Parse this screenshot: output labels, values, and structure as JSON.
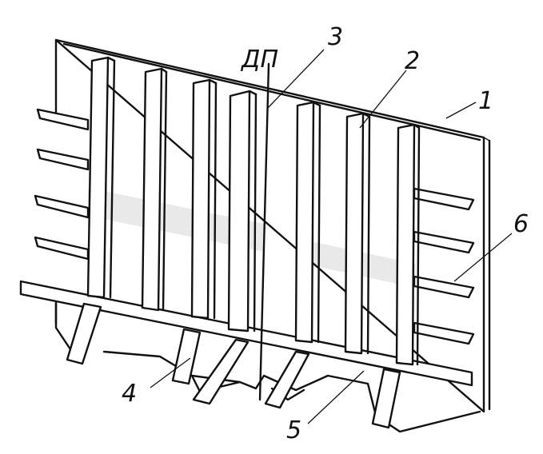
{
  "figure": {
    "centerline_label": "ДП",
    "callouts": [
      {
        "id": "1",
        "text": "1"
      },
      {
        "id": "2",
        "text": "2"
      },
      {
        "id": "3",
        "text": "3"
      },
      {
        "id": "4",
        "text": "4"
      },
      {
        "id": "5",
        "text": "5"
      },
      {
        "id": "6",
        "text": "6"
      }
    ]
  }
}
